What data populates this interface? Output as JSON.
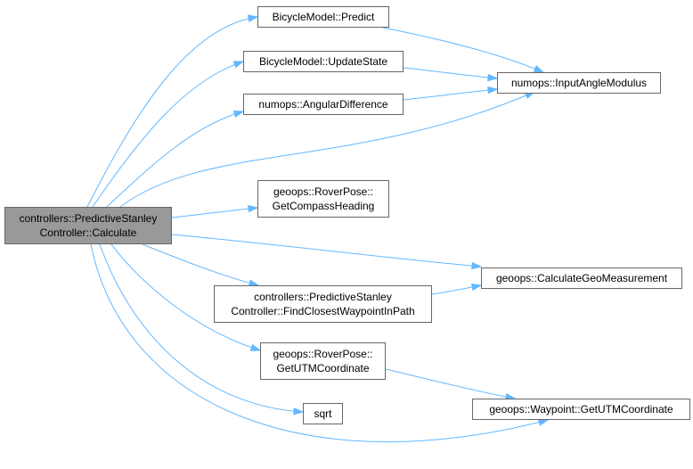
{
  "graph": {
    "edge_color": "#63b8ff",
    "node_border_color": "#666666",
    "root_fill_color": "#999999",
    "nodes": {
      "root": {
        "line1": "controllers::PredictiveStanley",
        "line2": "Controller::Calculate"
      },
      "predict": {
        "label": "BicycleModel::Predict"
      },
      "update_state": {
        "label": "BicycleModel::UpdateState"
      },
      "angular_difference": {
        "label": "numops::AngularDifference"
      },
      "input_angle_modulus": {
        "label": "numops::InputAngleModulus"
      },
      "compass_heading": {
        "line1": "geoops::RoverPose::",
        "line2": "GetCompassHeading"
      },
      "calc_geo_measurement": {
        "label": "geoops::CalculateGeoMeasurement"
      },
      "find_closest_waypoint": {
        "line1": "controllers::PredictiveStanley",
        "line2": "Controller::FindClosestWaypointInPath"
      },
      "rover_utm": {
        "line1": "geoops::RoverPose::",
        "line2": "GetUTMCoordinate"
      },
      "sqrt": {
        "label": "sqrt"
      },
      "waypoint_utm": {
        "label": "geoops::Waypoint::GetUTMCoordinate"
      }
    }
  }
}
